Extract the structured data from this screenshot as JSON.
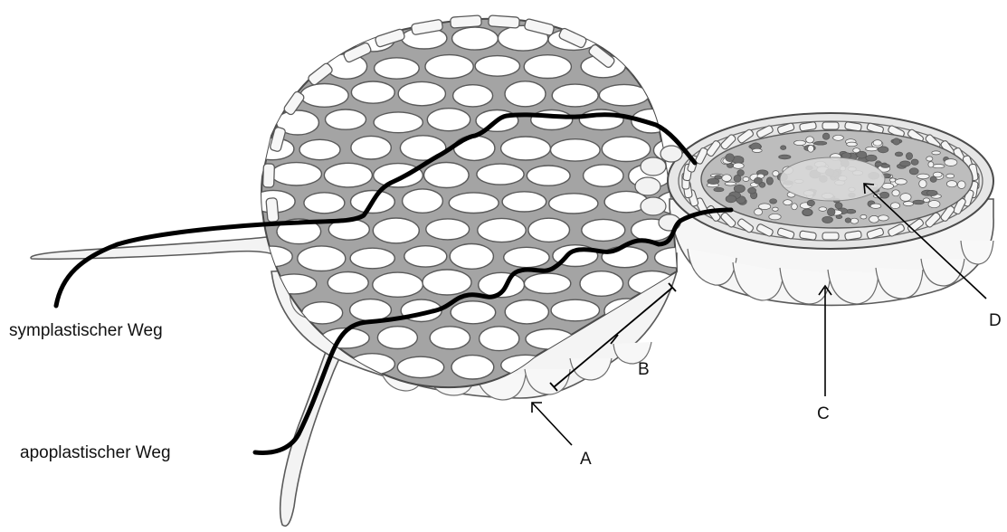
{
  "labels": {
    "symplastic": "symplastischer Weg",
    "apoplastic": "apoplastischer Weg",
    "a": "A",
    "b": "B",
    "c": "C",
    "d": "D"
  },
  "colors": {
    "background": "#ffffff",
    "cell_fill": "#ffffff",
    "intercellular": "#9c9c9c",
    "tissue_shade": "#bdbdbd",
    "outline": "#555555",
    "path_line": "#000000"
  }
}
